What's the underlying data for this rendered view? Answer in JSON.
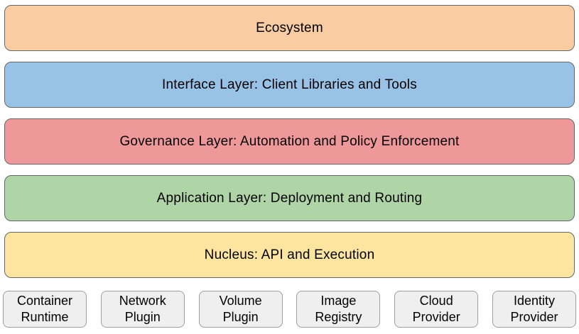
{
  "diagram": {
    "background": "#ffffff",
    "layer_border_color": "#666666",
    "provider_fill": "#efefef",
    "provider_border_color": "#9e9e9e",
    "text_color": "#000000"
  },
  "layers": [
    {
      "label": "Ecosystem",
      "fill": "#facca1"
    },
    {
      "label": "Interface Layer: Client Libraries and Tools",
      "fill": "#99c3e6"
    },
    {
      "label": "Governance Layer: Automation and Policy Enforcement",
      "fill": "#ee989a"
    },
    {
      "label": "Application Layer: Deployment and Routing",
      "fill": "#afd5a6"
    },
    {
      "label": "Nucleus: API and Execution",
      "fill": "#fde5a0"
    }
  ],
  "providers": [
    {
      "label": "Container\nRuntime"
    },
    {
      "label": "Network\nPlugin"
    },
    {
      "label": "Volume\nPlugin"
    },
    {
      "label": "Image\nRegistry"
    },
    {
      "label": "Cloud\nProvider"
    },
    {
      "label": "Identity\nProvider"
    }
  ]
}
